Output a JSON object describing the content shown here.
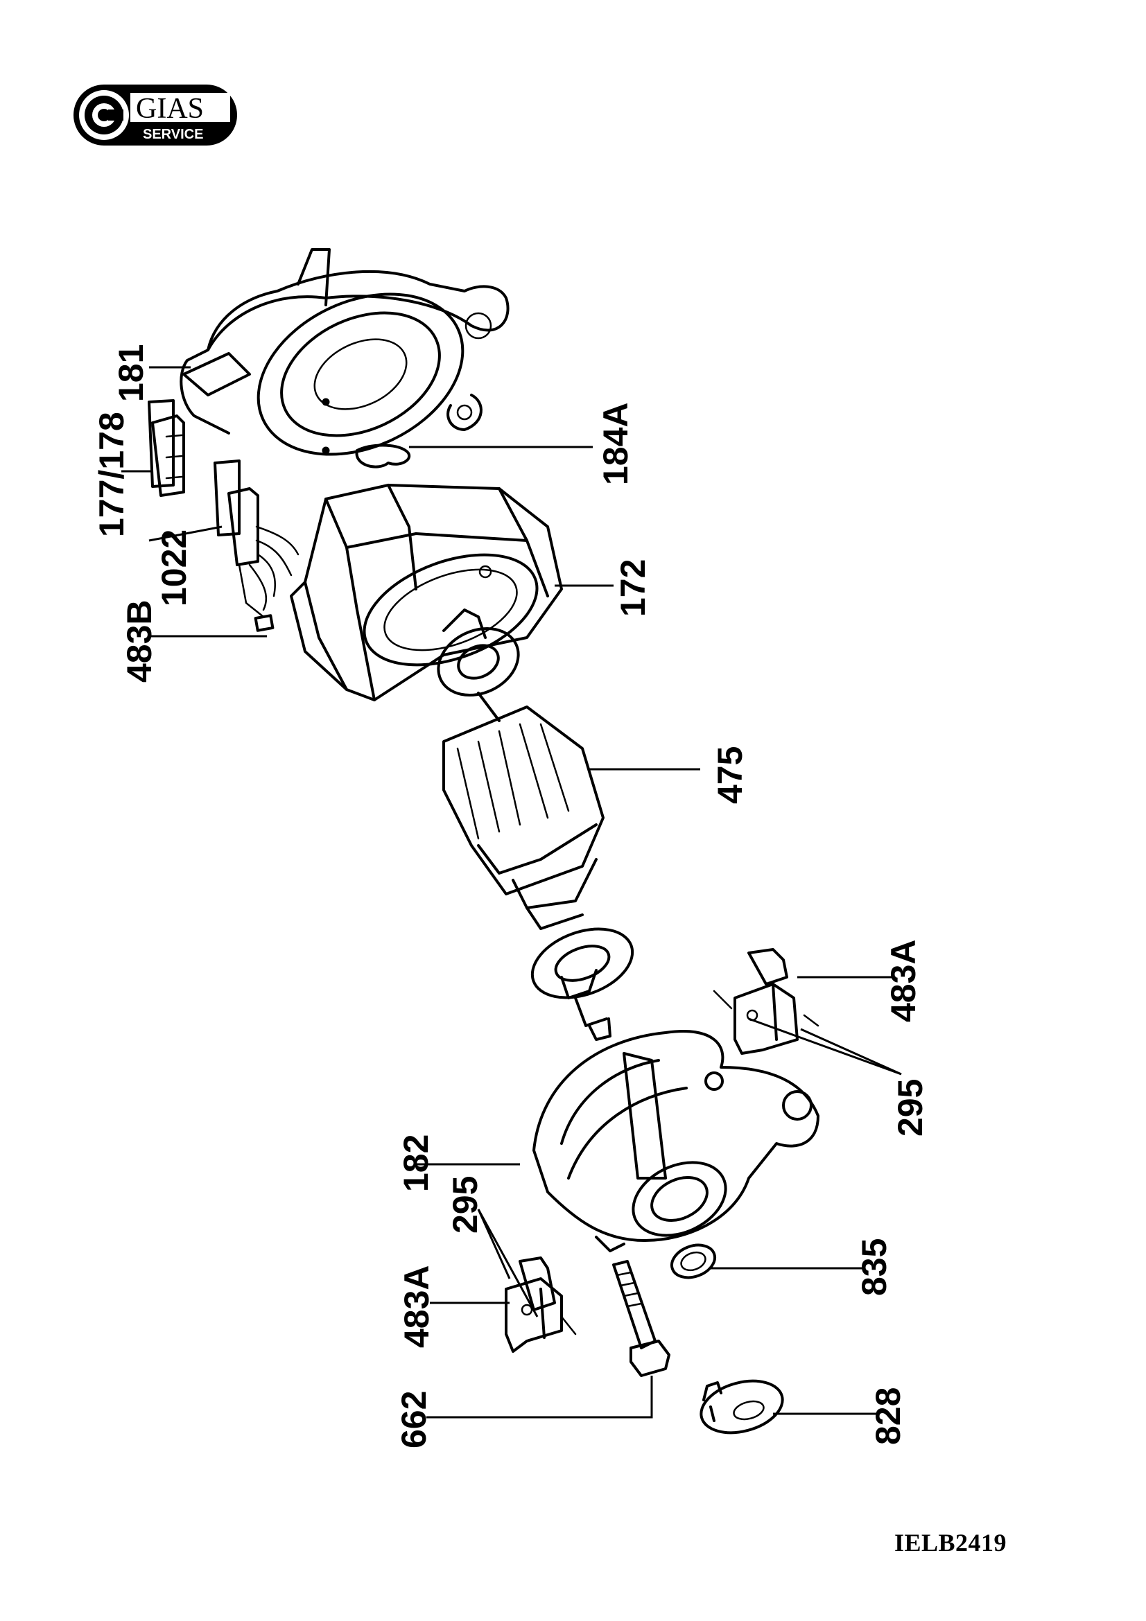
{
  "logo": {
    "brand": "GIAS",
    "tagline": "SERVICE"
  },
  "document_code": "IELB2419",
  "parts": {
    "p181": "181",
    "p177_178": "177/178",
    "p1022": "1022",
    "p483B": "483B",
    "p184A": "184A",
    "p172": "172",
    "p475": "475",
    "p483A_upper": "483A",
    "p295_upper": "295",
    "p182": "182",
    "p295_lower": "295",
    "p483A_lower": "483A",
    "p835": "835",
    "p662": "662",
    "p828": "828"
  }
}
